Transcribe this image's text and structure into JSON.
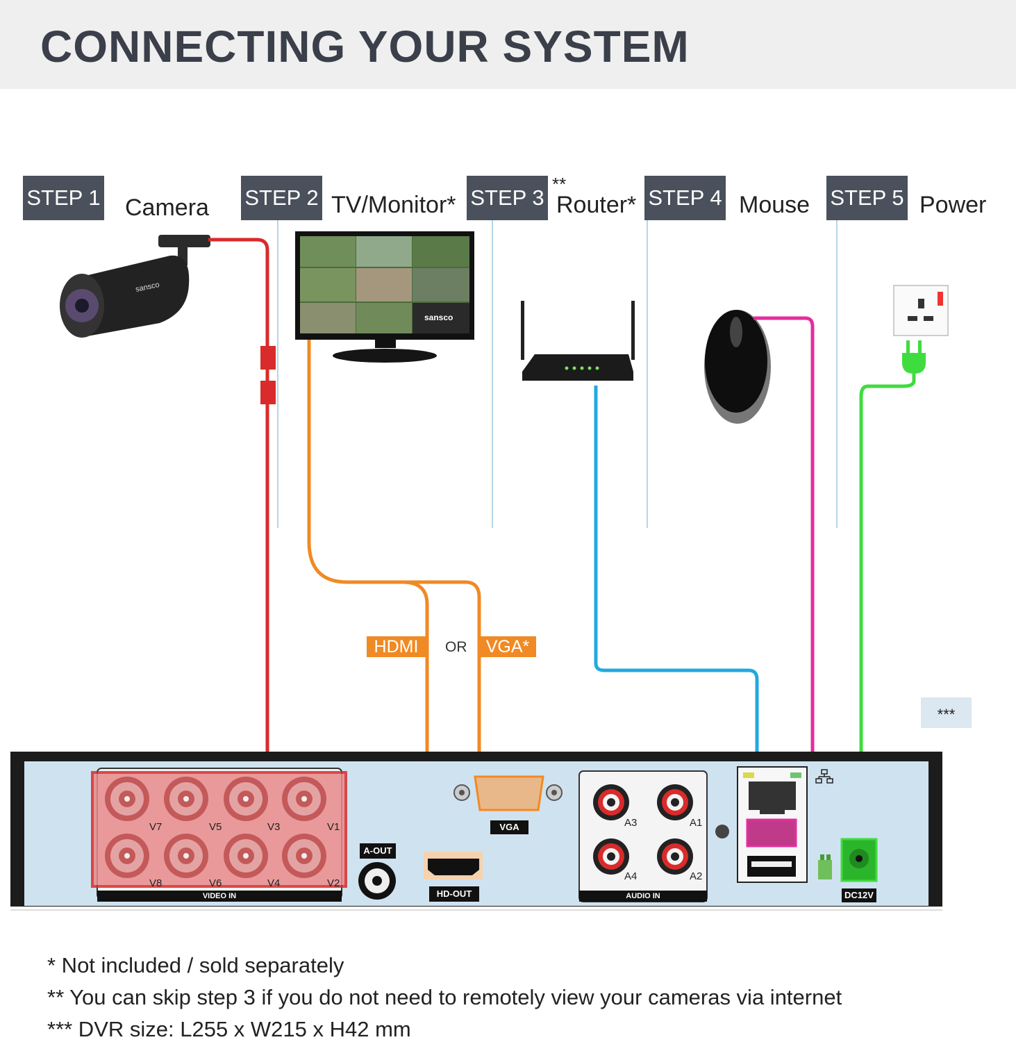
{
  "title": "CONNECTING YOUR SYSTEM",
  "steps": [
    {
      "label": "STEP 1",
      "device": "Camera"
    },
    {
      "label": "STEP 2",
      "device": "TV/Monitor*"
    },
    {
      "label": "STEP 3",
      "device": "Router*",
      "prefix": "**"
    },
    {
      "label": "STEP 4",
      "device": "Mouse"
    },
    {
      "label": "STEP 5",
      "device": "Power"
    }
  ],
  "video_output": {
    "hdmi": "HDMI",
    "or": "OR",
    "vga": "VGA*"
  },
  "dvr": {
    "video_in": {
      "label": "VIDEO IN",
      "channels": [
        "V7",
        "V5",
        "V3",
        "V1",
        "V8",
        "V6",
        "V4",
        "V2"
      ]
    },
    "a_out": "A-OUT",
    "hd_out": "HD-OUT",
    "vga": "VGA",
    "audio_in": {
      "label": "AUDIO IN",
      "channels": [
        "A3",
        "A1",
        "A4",
        "A2"
      ]
    },
    "dc": "DC12V",
    "size_marker": "***"
  },
  "brand": "sansco",
  "notes": [
    "* Not included / sold separately",
    "** You can skip step 3 if you do not need to remotely view your cameras via internet",
    "*** DVR size: L255 x W215 x H42 mm"
  ],
  "colors": {
    "camera_cable": "#d92b2b",
    "video_cable": "#f08a24",
    "network_cable": "#22a9e0",
    "mouse_cable": "#e52d9d",
    "power_cable": "#3fdc3f",
    "step_box": "#4a515c",
    "dvr_panel": "#cfe2f0"
  }
}
